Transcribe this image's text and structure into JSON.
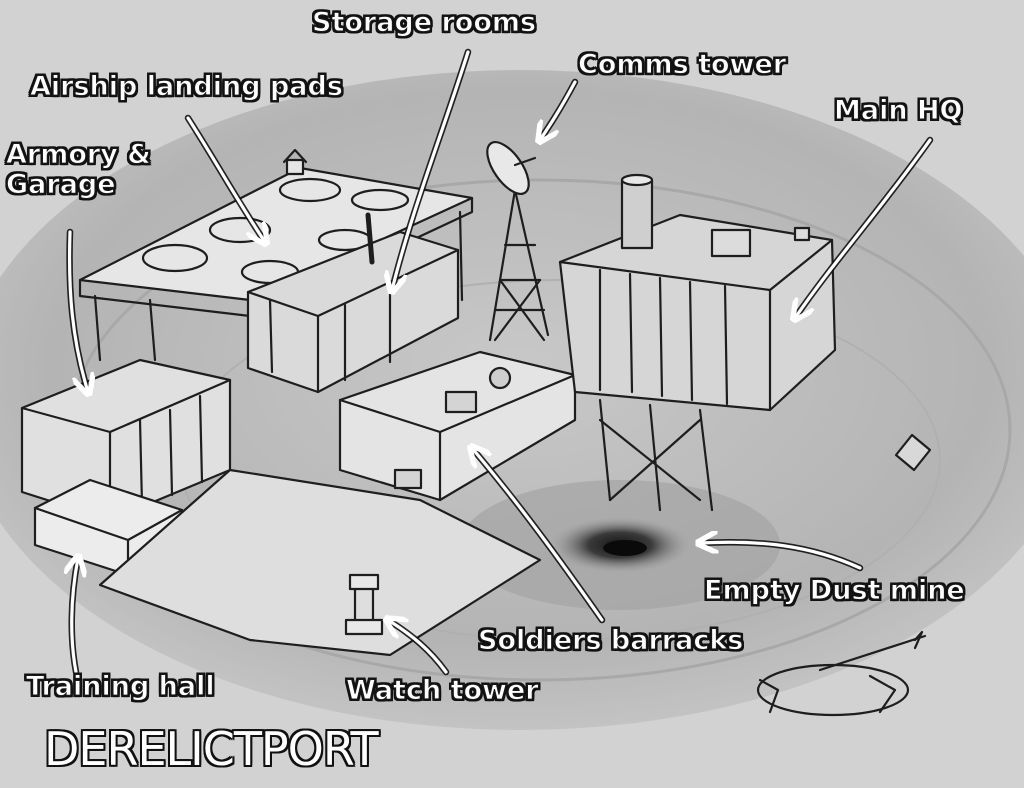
{
  "title": "DERELICTPORT",
  "labels": {
    "storage_rooms": "Storage rooms",
    "comms_tower": "Comms tower",
    "airship_landing_pads": "Airship landing pads",
    "main_hq": "Main HQ",
    "armory_garage_line1": "Armory &",
    "armory_garage_line2": "Garage",
    "empty_dust_mine": "Empty Dust mine",
    "soldiers_barracks": "Soldiers barracks",
    "training_hall": "Training hall",
    "watch_tower": "Watch tower"
  },
  "colors": {
    "background": "#cfcfcf",
    "ground": "#bdbdbd",
    "label_fill": "#ffffff",
    "label_outline": "#111111",
    "sketch_line": "#1e1e1e"
  }
}
